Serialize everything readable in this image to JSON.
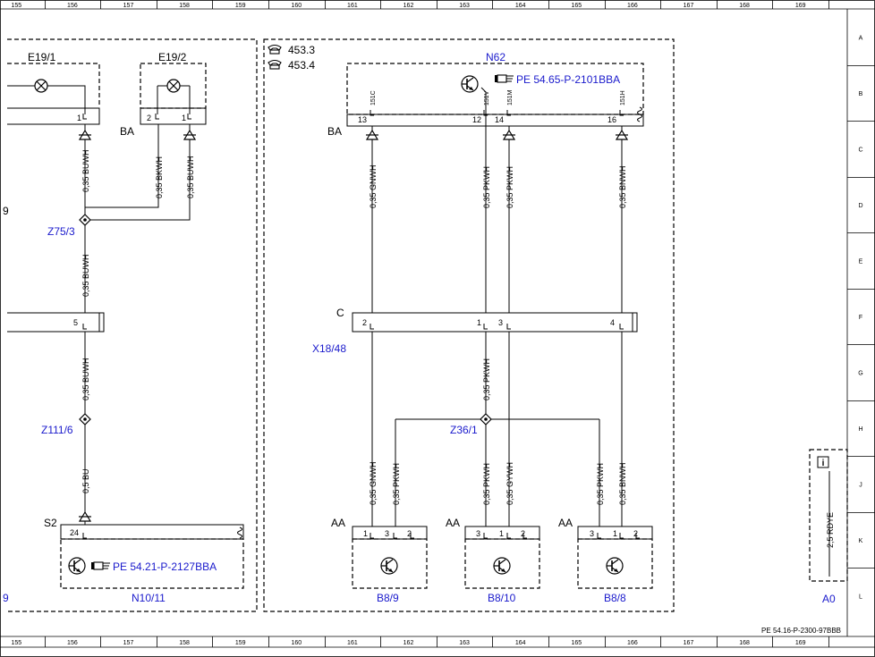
{
  "grid": {
    "columns": [
      "155",
      "156",
      "157",
      "158",
      "159",
      "160",
      "161",
      "162",
      "163",
      "164",
      "165",
      "166",
      "167",
      "168",
      "169"
    ],
    "rows": [
      "A",
      "B",
      "C",
      "D",
      "E",
      "F",
      "G",
      "H",
      "J",
      "K",
      "L"
    ]
  },
  "refs": {
    "ref1": "453.3",
    "ref2": "453.4"
  },
  "components": {
    "e19_1": "E19/1",
    "e19_2": "E19/2",
    "n62": "N62",
    "n62_link": "PE 54.65-P-2101BBA",
    "n10_11": "N10/11",
    "n10_link": "PE 54.21-P-2127BBA",
    "b8_9": "B8/9",
    "b8_10": "B8/10",
    "b8_8": "B8/8",
    "x18_48": "X18/48",
    "a0": "A0",
    "left_frag": "9",
    "left_frag2": "9"
  },
  "splices": {
    "z75_3": "Z75/3",
    "z111_6": "Z111/6",
    "z36_1": "Z36/1"
  },
  "connectors": {
    "ba1": "BA",
    "ba2": "BA",
    "c": "C",
    "s2": "S2",
    "aa1": "AA",
    "aa2": "AA",
    "aa3": "AA"
  },
  "wires": {
    "w1": "0,35 BUWH",
    "w2": "0,35 BKWH",
    "w3": "0,35 BUWH",
    "w4": "0,35 BUWH",
    "w5": "0,35 BUWH",
    "w6": "0,5 BU",
    "w7": "0,35 GNWH",
    "w8": "0,35 PKWH",
    "w9": "0,35 PKWH",
    "w10": "0,35 BNWH",
    "w11": "0,35 PKWH",
    "w12": "0,35 GNWH",
    "w13": "0,35 PKWH",
    "w14": "0,35 PKWH",
    "w15": "0,35 GYWH",
    "w16": "0,35 PKWH",
    "w17": "0,35 BNWH",
    "w18": "2,5 RDYE"
  },
  "pins": {
    "e19_1_p1": "1",
    "e19_2_p2": "2",
    "e19_2_p1": "1",
    "n62_13": "13",
    "n62_12": "12",
    "n62_14": "14",
    "n62_16": "16",
    "n62_s1": "151C",
    "n62_s2": "151V",
    "n62_s3": "151M",
    "n62_s4": "151H",
    "left_p5": "5",
    "x_2": "2",
    "x_1": "1",
    "x_3": "3",
    "x_4": "4",
    "n10_24": "24",
    "b89_1": "1",
    "b89_3": "3",
    "b89_2": "2",
    "b810_3": "3",
    "b810_1": "1",
    "b810_2": "2",
    "b88_3": "3",
    "b88_1": "1",
    "b88_2": "2"
  },
  "footer_code": "PE 54.16-P-2300-97BBB",
  "icons": {
    "phone": "phone-icon",
    "pointer": "pointing-hand-icon",
    "info": "info-icon",
    "transistor": "transistor-icon",
    "lamp": "lamp-icon"
  }
}
